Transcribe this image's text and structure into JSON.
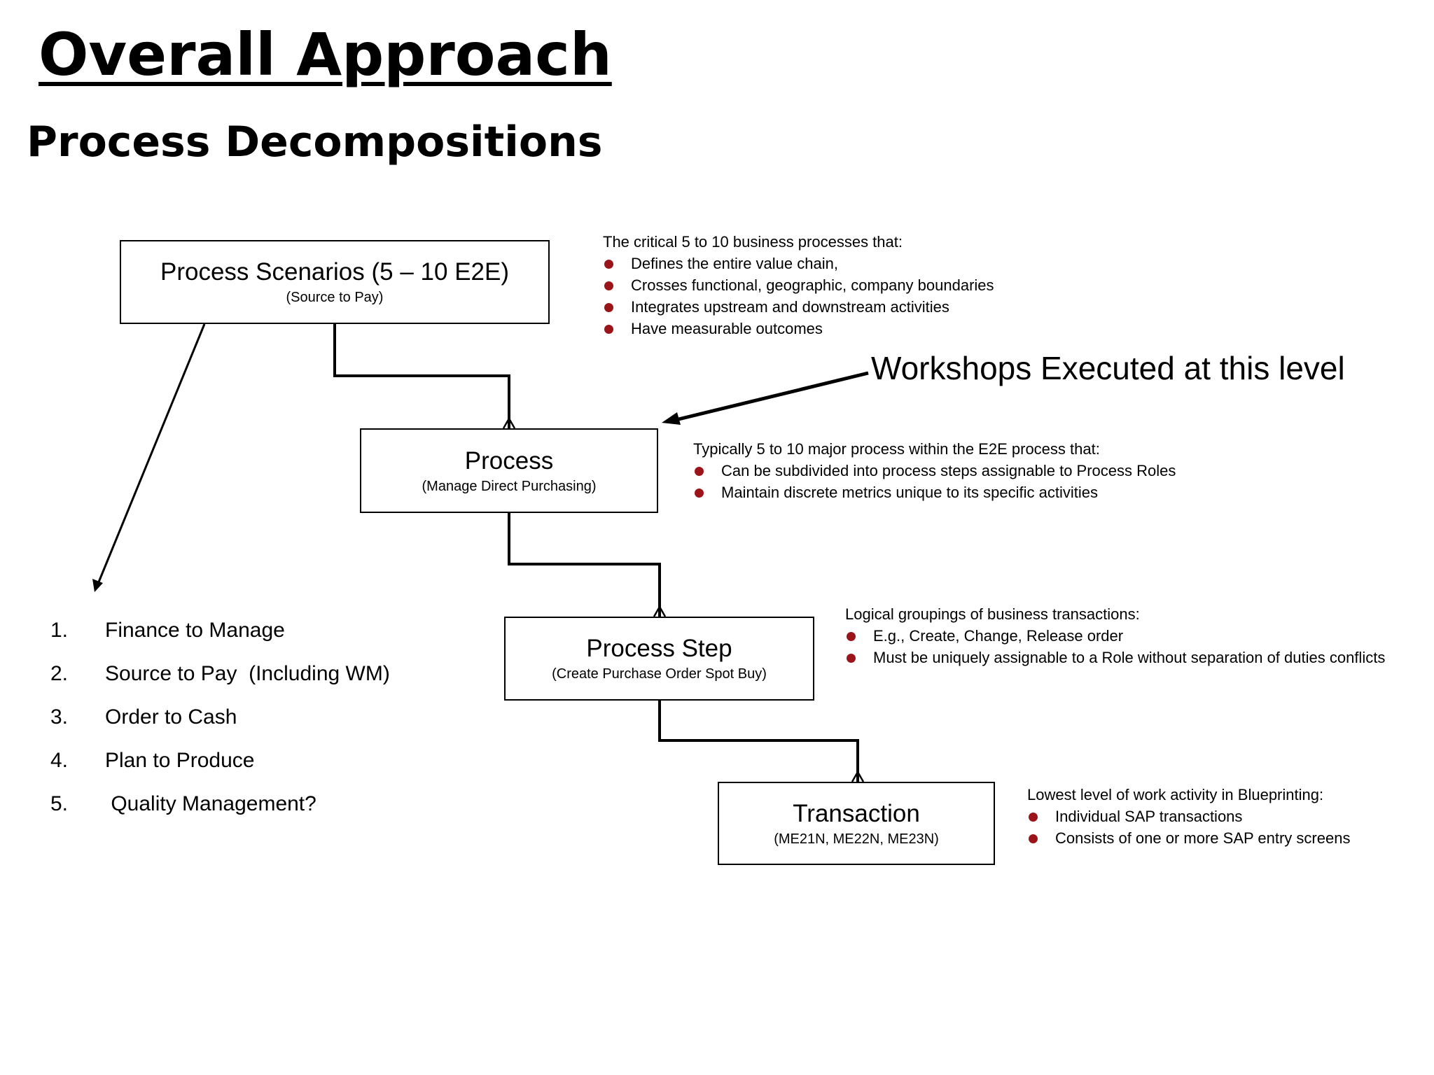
{
  "title": "Overall Approach",
  "subtitle": "Process Decompositions",
  "levels": [
    {
      "title": "Process Scenarios (5 – 10 E2E)",
      "subtitle": "(Source to Pay)",
      "description": {
        "intro": "The critical 5 to 10 business processes that:",
        "bullets": [
          "Defines the entire value chain,",
          "Crosses functional, geographic, company boundaries",
          "Integrates upstream and downstream activities",
          "Have measurable outcomes"
        ]
      }
    },
    {
      "title": "Process",
      "subtitle": "(Manage Direct Purchasing)",
      "description": {
        "intro": "Typically 5 to 10 major process  within the E2E process that:",
        "bullets": [
          "Can be subdivided into process steps assignable to Process Roles",
          "Maintain discrete metrics unique to its specific activities"
        ]
      }
    },
    {
      "title": "Process Step",
      "subtitle": "(Create Purchase Order Spot Buy)",
      "description": {
        "intro": "Logical groupings of business transactions:",
        "bullets": [
          "E.g., Create, Change, Release order",
          "Must be uniquely assignable to a Role without separation of duties conflicts"
        ]
      }
    },
    {
      "title": "Transaction",
      "subtitle": "(ME21N, ME22N, ME23N)",
      "description": {
        "intro": "Lowest level of work activity in Blueprinting:",
        "bullets": [
          "Individual SAP transactions",
          "Consists of one or more SAP entry screens"
        ]
      }
    }
  ],
  "workshop_callout": "Workshops Executed at this level",
  "scenario_list": [
    {
      "number": "1.",
      "label": "Finance to Manage"
    },
    {
      "number": "2.",
      "label": "Source to Pay  (Including WM)"
    },
    {
      "number": "3.",
      "label": "Order to Cash"
    },
    {
      "number": "4.",
      "label": "Plan to Produce"
    },
    {
      "number": "5.",
      "label": " Quality Management?"
    }
  ],
  "colors": {
    "bullet": "#9b1419",
    "line": "#000000",
    "text": "#000000",
    "background": "#ffffff"
  }
}
